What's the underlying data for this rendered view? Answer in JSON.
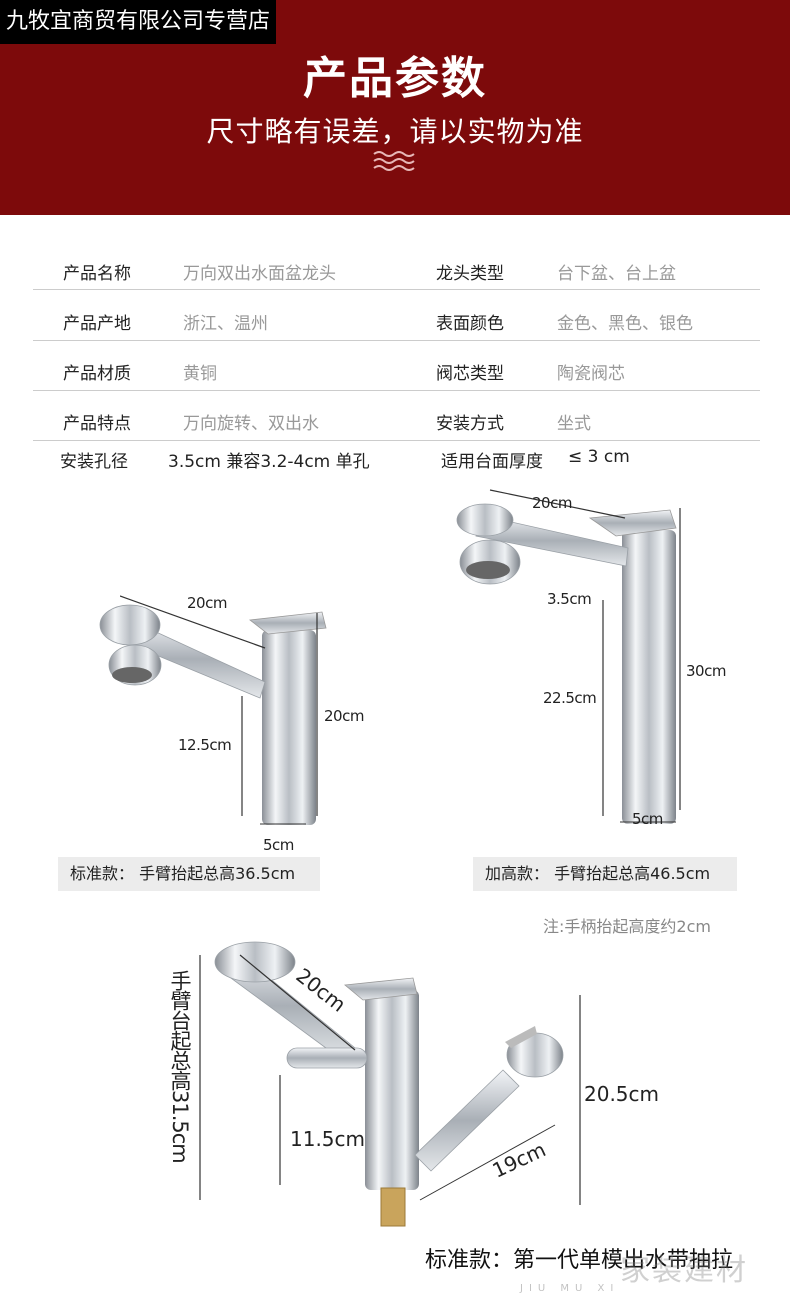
{
  "store_tag": "九牧宜商贸有限公司专营店",
  "header": {
    "title": "产品参数",
    "subtitle": "尺寸略有误差，请以实物为准"
  },
  "specs": [
    {
      "label": "产品名称",
      "value": "万向双出水面盆龙头",
      "label2": "龙头类型",
      "value2": "台下盆、台上盆"
    },
    {
      "label": "产品产地",
      "value": "浙江、温州",
      "label2": "表面颜色",
      "value2": "金色、黑色、银色"
    },
    {
      "label": "产品材质",
      "value": "黄铜",
      "label2": "阀芯类型",
      "value2": "陶瓷阀芯"
    },
    {
      "label": "产品特点",
      "value": "万向旋转、双出水",
      "label2": "安装方式",
      "value2": "坐式"
    }
  ],
  "install": {
    "hole_label": "安装孔径",
    "hole_value": "3.5cm 兼容3.2-4cm 单孔",
    "thickness_label": "适用台面厚度",
    "thickness_value": "≤ 3 cm"
  },
  "standard": {
    "arm": "20cm",
    "height": "20cm",
    "spout": "12.5cm",
    "base": "5cm",
    "caption": "标准款：  手臂抬起总高36.5cm"
  },
  "tall": {
    "arm": "20cm",
    "diameter": "3.5cm",
    "height": "30cm",
    "spout": "22.5cm",
    "base": "5cm",
    "caption": "加高款：  手臂抬起总高46.5cm"
  },
  "note": "注:手柄抬起高度约2cm",
  "pullout": {
    "vertical_label": "手臂台起总高31.5cm",
    "arm": "20cm",
    "spout": "11.5cm",
    "height": "20.5cm",
    "hose": "19cm",
    "caption": "标准款：第一代单模出水带抽拉"
  },
  "watermark": {
    "brand": "JIU MU XI",
    "text": "家装建材"
  }
}
